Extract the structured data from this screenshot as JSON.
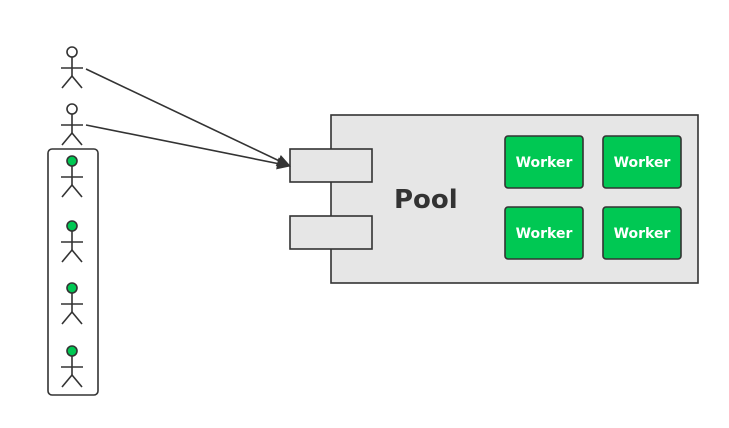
{
  "pool": {
    "label": "Pool",
    "fill_color": "#e6e6e6"
  },
  "workers": [
    {
      "label": "Worker"
    },
    {
      "label": "Worker"
    },
    {
      "label": "Worker"
    },
    {
      "label": "Worker"
    }
  ],
  "colors": {
    "worker": "#00c853",
    "stroke": "#333333",
    "waiting_head": "#00c853",
    "active_head": "#ffffff"
  },
  "actors": {
    "active_count": 2,
    "waiting_count": 4
  },
  "queue_slots": {
    "count": 2
  }
}
